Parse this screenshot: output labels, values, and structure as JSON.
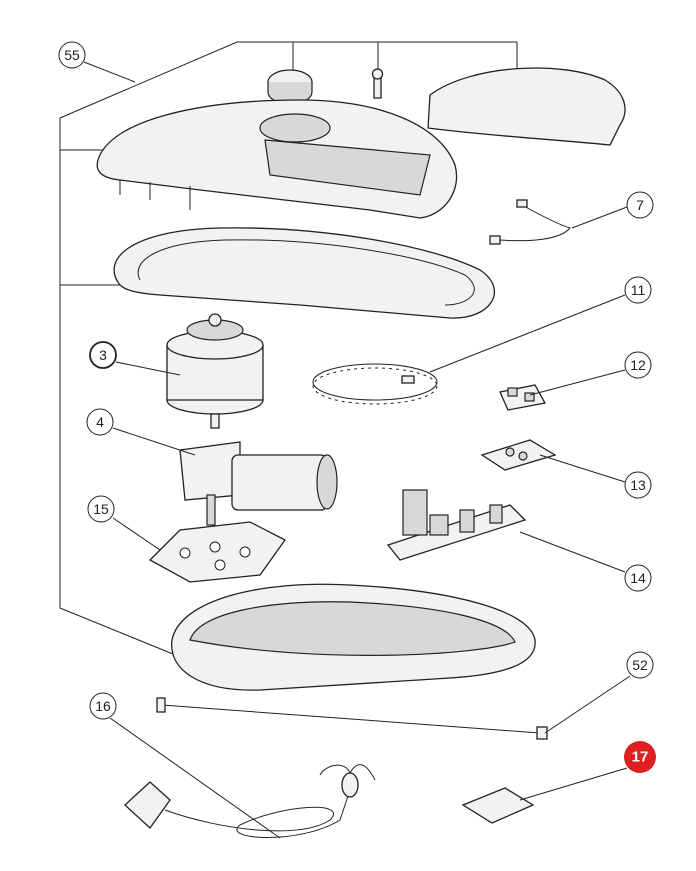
{
  "diagram": {
    "title": "Exploded parts diagram",
    "callouts": [
      {
        "id": "c55",
        "label": "55"
      },
      {
        "id": "c7",
        "label": "7"
      },
      {
        "id": "c11",
        "label": "11"
      },
      {
        "id": "c12",
        "label": "12"
      },
      {
        "id": "c3",
        "label": "3"
      },
      {
        "id": "c4",
        "label": "4"
      },
      {
        "id": "c13",
        "label": "13"
      },
      {
        "id": "c15",
        "label": "15"
      },
      {
        "id": "c14",
        "label": "14"
      },
      {
        "id": "c52",
        "label": "52"
      },
      {
        "id": "c16",
        "label": "16"
      },
      {
        "id": "c17",
        "label": "17",
        "highlighted": true
      }
    ],
    "highlight_color": "#e02020"
  }
}
